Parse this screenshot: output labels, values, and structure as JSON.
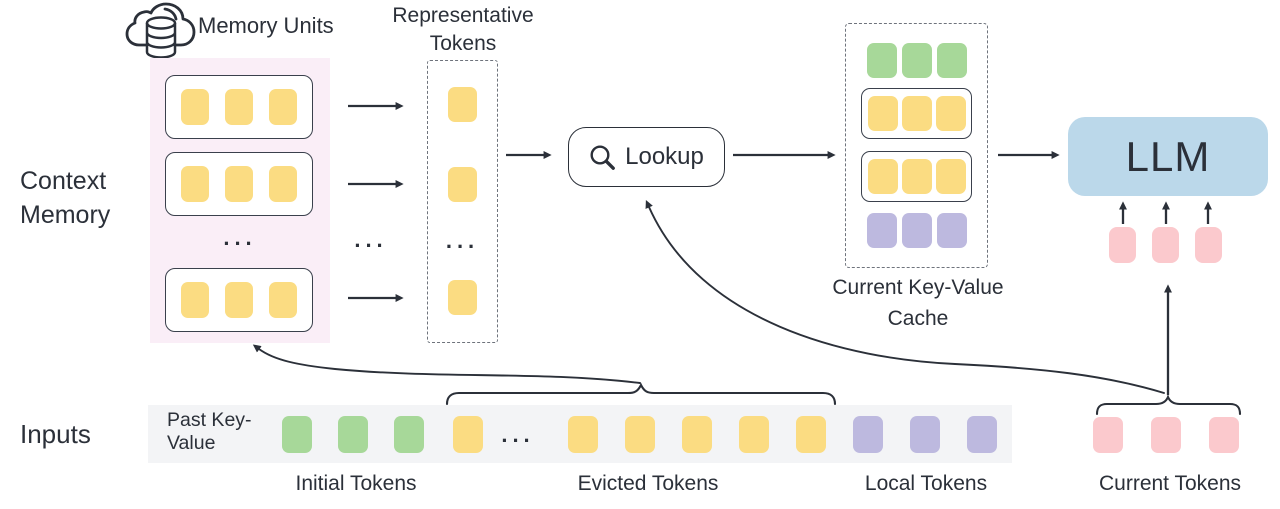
{
  "colors": {
    "ink": "#2b3039",
    "yellow": "#fbdc82",
    "green": "#a7d899",
    "purple": "#bdb9df",
    "pink": "#fbc9cd",
    "blue": "#bbd8ea",
    "memory_bg": "#faeef7",
    "strip_bg": "#f3f4f6"
  },
  "labels": {
    "context_memory": "Context Memory",
    "memory_units": "Memory Units",
    "representative_tokens": "Representative Tokens",
    "lookup": "Lookup",
    "current_kv_cache": "Current Key-Value Cache",
    "llm": "LLM",
    "inputs": "Inputs",
    "past_key_value": "Past Key-Value",
    "initial_tokens": "Initial Tokens",
    "evicted_tokens": "Evicted Tokens",
    "local_tokens": "Local Tokens",
    "current_tokens": "Current Tokens",
    "ellipsis": "..."
  },
  "icons": {
    "memory": "cloud-database-icon",
    "lookup": "search-icon"
  },
  "groups": {
    "memory_row": {
      "count": 3,
      "color": "yellow",
      "name": "memory-token"
    },
    "rep_single": {
      "count": 1,
      "color": "yellow",
      "name": "representative-token"
    },
    "cache_initial": {
      "count": 3,
      "color": "green",
      "name": "cache-initial-token"
    },
    "cache_memory": {
      "count": 3,
      "color": "yellow",
      "name": "cache-memory-token"
    },
    "cache_local": {
      "count": 3,
      "color": "purple",
      "name": "cache-local-token"
    },
    "initial": {
      "count": 3,
      "color": "green",
      "name": "initial-token"
    },
    "evicted_head": {
      "count": 1,
      "color": "yellow",
      "name": "evicted-token"
    },
    "evicted_tail": {
      "count": 5,
      "color": "yellow",
      "name": "evicted-token"
    },
    "local": {
      "count": 3,
      "color": "purple",
      "name": "local-token"
    },
    "llm_input": {
      "count": 3,
      "color": "pink",
      "name": "llm-input-token"
    },
    "current": {
      "count": 3,
      "color": "pink",
      "name": "current-token"
    }
  }
}
